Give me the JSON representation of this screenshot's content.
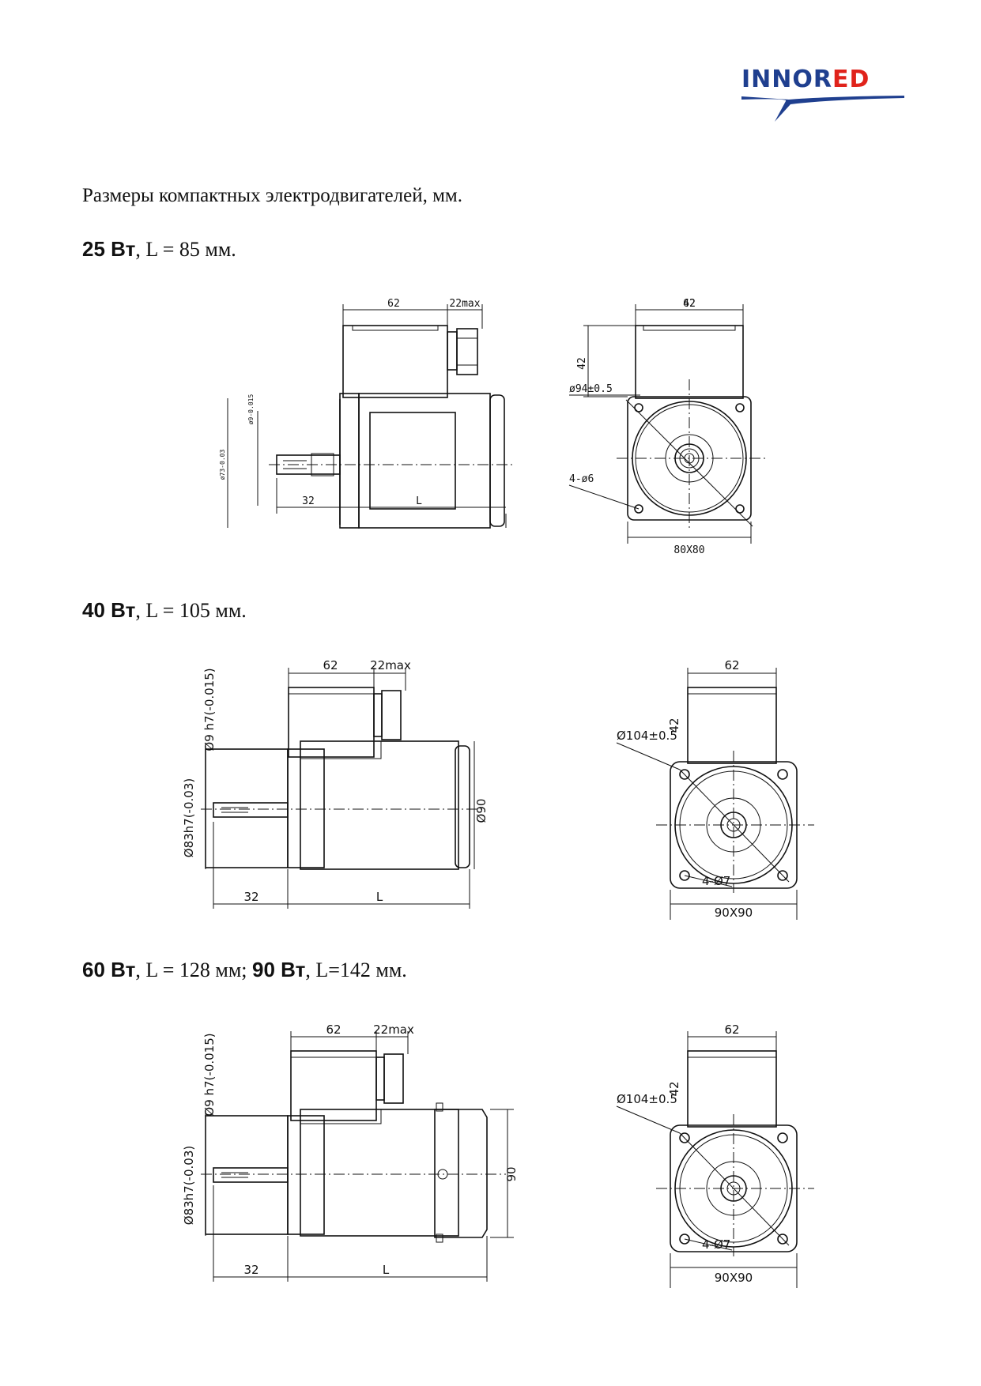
{
  "logo": {
    "part1": "INNOR",
    "part2": "ED",
    "alt": "INNORED"
  },
  "intro": "Размеры компактных электродвигателей, мм.",
  "sections": [
    {
      "power1": "25 Вт",
      "rest1": ", L = 85 мм.",
      "power2": "",
      "rest2": ""
    },
    {
      "power1": "40 Вт",
      "rest1": ", L = 105 мм.",
      "power2": "",
      "rest2": ""
    },
    {
      "power1": "60 Вт",
      "rest1": ", L = 128 мм; ",
      "power2": "90 Вт",
      "rest2": ", L=142 мм."
    }
  ],
  "dims": {
    "d1": {
      "box": "62",
      "gland": "22max",
      "shaft": "ø9-0.015",
      "flange": "ø73-0.03",
      "shaft_len": "32",
      "len": "L",
      "height": "42",
      "pcd": "ø94±0.5",
      "holes": "4-ø6",
      "square": "80X80"
    },
    "d2": {
      "box": "62",
      "gland": "22max",
      "shaft": "Ø9 h7(-0.015)",
      "flange": "Ø83h7(-0.03)",
      "body": "Ø90",
      "shaft_len": "32",
      "len": "L",
      "height": "42",
      "pcd": "Ø104±0.5",
      "holes": "4-Ø7",
      "square": "90X90"
    },
    "d3": {
      "box": "62",
      "gland": "22max",
      "shaft": "Ø9 h7(-0.015)",
      "flange": "Ø83h7(-0.03)",
      "body": "90",
      "shaft_len": "32",
      "len": "L",
      "height": "42",
      "pcd": "Ø104±0.5",
      "holes": "4-Ø7",
      "square": "90X90"
    }
  }
}
